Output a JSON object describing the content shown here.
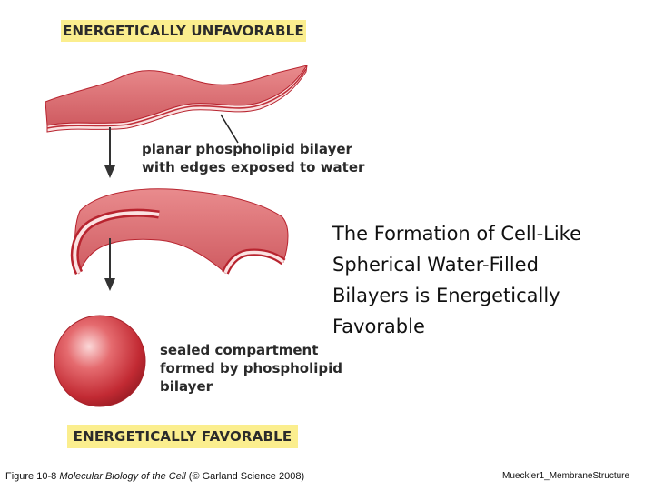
{
  "diagram": {
    "top_banner": "ENERGETICALLY UNFAVORABLE",
    "bottom_banner": "ENERGETICALLY FAVORABLE",
    "planar_label": [
      "planar phospholipid bilayer",
      "with edges exposed to water"
    ],
    "sealed_label": [
      "sealed compartment",
      "formed by phospholipid",
      "bilayer"
    ]
  },
  "slide": {
    "title_lines": [
      "The Formation of Cell-Like",
      "Spherical Water-Filled",
      "Bilayers is Energetically",
      "Favorable"
    ],
    "caption_prefix": "Figure 10-8 ",
    "caption_book": "Molecular Biology of the Cell",
    "caption_suffix": " (© Garland Science 2008)",
    "slide_id": "Mueckler1_MembraneStructure"
  },
  "colors": {
    "banner": "#fbee8e",
    "membrane": "#d9656a",
    "membrane_edge": "#b8242f"
  }
}
